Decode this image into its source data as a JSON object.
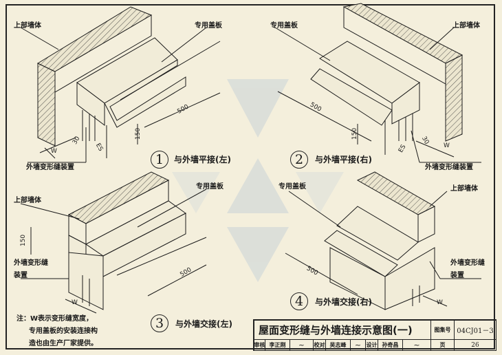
{
  "figures": [
    {
      "number": "1",
      "caption": "与外墙平接(左)",
      "labels": {
        "wall": "上部墙体",
        "cover": "专用盖板",
        "device": "外墙变形缝装置"
      },
      "dims": {
        "length": "500",
        "height": "150",
        "es": "ES",
        "gap": "30",
        "w": "W"
      }
    },
    {
      "number": "2",
      "caption": "与外墙平接(右)",
      "labels": {
        "wall": "上部墙体",
        "cover": "专用盖板",
        "device": "外墙变形缝装置"
      },
      "dims": {
        "length": "500",
        "height": "150",
        "es": "ES",
        "gap": "30",
        "w": "W"
      }
    },
    {
      "number": "3",
      "caption": "与外墙交接(左)",
      "labels": {
        "wall": "上部墙体",
        "cover": "专用盖板",
        "device_1": "外墙变形缝",
        "device_2": "装置"
      },
      "dims": {
        "length": "500",
        "height": "150",
        "w": "W"
      }
    },
    {
      "number": "4",
      "caption": "与外墙交接(右)",
      "labels": {
        "wall": "上部墙体",
        "cover": "专用盖板",
        "device_1": "外墙变形缝",
        "device_2": "装置"
      },
      "dims": {
        "length": "500",
        "w": "W"
      }
    }
  ],
  "note": {
    "line1": "注：W表示变形缝宽度，",
    "line2": "专用盖板的安装连接构",
    "line3": "造也由生产厂家提供。"
  },
  "title_block": {
    "title": "屋面变形缝与外墙连接示意图(一)",
    "atlas_label": "图集号",
    "atlas_no": "04CJ01－3",
    "review_label": "审核",
    "reviewer": "李正刚",
    "check_label": "校对",
    "checker": "吴志峰",
    "design_label": "设计",
    "designer": "孙奇昌",
    "page_label": "页",
    "page_no": "26"
  },
  "colors": {
    "paper": "#f4efdc",
    "ink": "#1a1a1a",
    "watermark": "#c9d3d8"
  }
}
